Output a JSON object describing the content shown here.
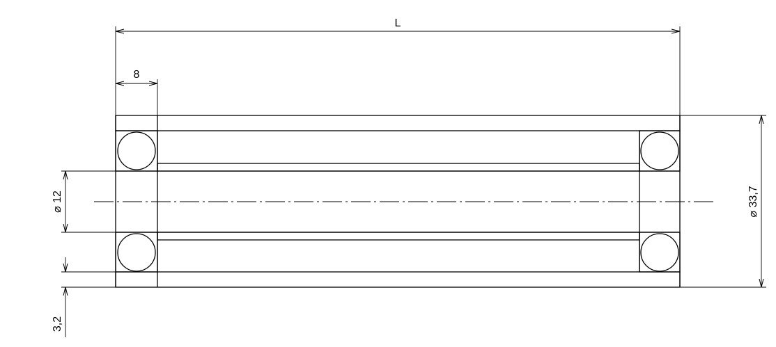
{
  "drawing": {
    "type": "technical-drawing",
    "line_color": "#000000",
    "background": "#ffffff",
    "dimensions": {
      "overall_length": "L",
      "bearing_width": "8",
      "inner_diameter": "⌀ 12",
      "outer_diameter": "⌀ 33,7",
      "wall_thickness": "3,2"
    }
  }
}
